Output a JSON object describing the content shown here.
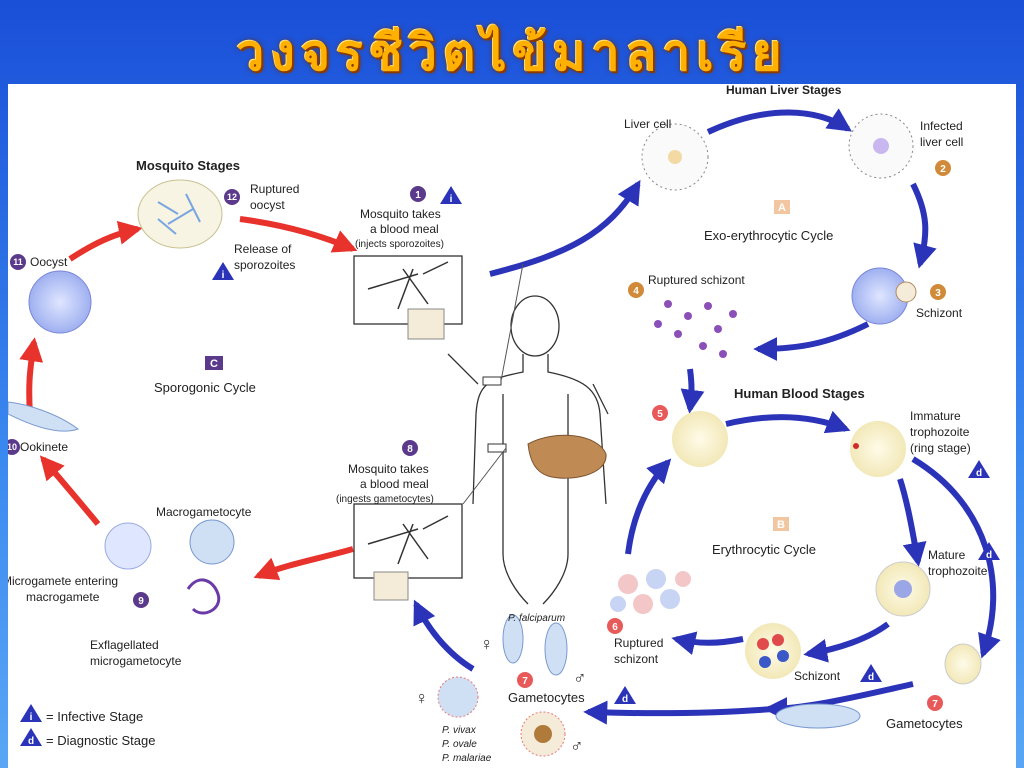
{
  "title": "วงจรชีวิตไข้มาลาเรีย",
  "colors": {
    "blue_arrow": "#2b33b8",
    "red_arrow": "#e8322c",
    "badge_purple": "#5b3a8c",
    "badge_orange": "#d08a3a",
    "liver": "#c08a55"
  },
  "sections": {
    "human_liver": "Human Liver Stages",
    "human_blood": "Human Blood Stages",
    "mosquito": "Mosquito Stages"
  },
  "cycles": {
    "exo": {
      "letter": "A",
      "label": "Exo-erythrocytic Cycle"
    },
    "ery": {
      "letter": "B",
      "label": "Erythrocytic Cycle"
    },
    "spor": {
      "letter": "C",
      "label": "Sporogonic Cycle"
    }
  },
  "stages": {
    "s1": {
      "num": "1",
      "line1": "Mosquito takes",
      "line2": "a blood meal",
      "line3": "(injects sporozoites)"
    },
    "s2": {
      "num": "2",
      "line1": "Infected",
      "line2": "liver cell"
    },
    "liver_cell": "Liver cell",
    "s3": {
      "num": "3",
      "label": "Schizont"
    },
    "s4": {
      "num": "4",
      "label": "Ruptured schizont"
    },
    "s5": {
      "num": "5"
    },
    "immature": {
      "line1": "Immature",
      "line2": "trophozoite",
      "line3": "(ring stage)"
    },
    "mature": {
      "line1": "Mature",
      "line2": "trophozoite"
    },
    "schizont_b": "Schizont",
    "s6": {
      "num": "6",
      "line1": "Ruptured",
      "line2": "schizont"
    },
    "s7": {
      "num": "7",
      "label": "Gametocytes"
    },
    "s7b": {
      "num": "7",
      "label": "Gametocytes"
    },
    "p_falciparum": "P. falciparum",
    "p_vivax": "P. vivax",
    "p_ovale": "P. ovale",
    "p_malariae": "P. malariae",
    "s8": {
      "num": "8",
      "line1": "Mosquito takes",
      "line2": "a blood meal",
      "line3": "(ingests gametocytes)"
    },
    "macro": "Macrogametocyte",
    "s9": {
      "num": "9",
      "line1": "Microgamete entering",
      "line2": "macrogamete"
    },
    "exfl": {
      "line1": "Exflagellated",
      "line2": "microgametocyte"
    },
    "s10": {
      "num": "10",
      "label": "Ookinete"
    },
    "s11": {
      "num": "11",
      "label": "Oocyst"
    },
    "s12": {
      "num": "12",
      "line1": "Ruptured",
      "line2": "oocyst"
    },
    "release": {
      "line1": "Release of",
      "line2": "sporozoites"
    }
  },
  "legend": {
    "infective": {
      "symbol": "i",
      "label": "= Infective Stage"
    },
    "diagnostic": {
      "symbol": "d",
      "label": "= Diagnostic Stage"
    }
  },
  "symbols": {
    "female": "♀",
    "male": "♂",
    "badge_i": "i",
    "badge_d": "d"
  }
}
